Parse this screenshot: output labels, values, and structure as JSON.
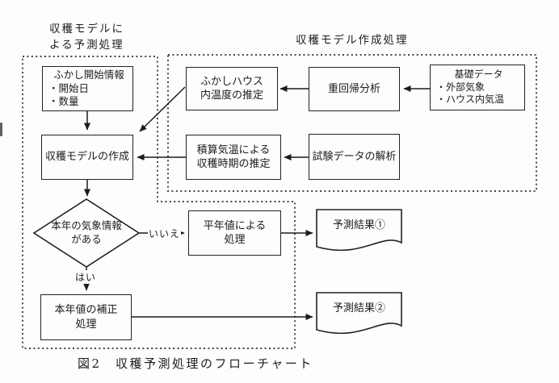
{
  "titles": {
    "left_group": "収穫モデルに\nよる予測処理",
    "right_group": "収穫モデル作成処理"
  },
  "caption": "図2　収穫予測処理のフローチャート",
  "nodes": {
    "fukashi_start_info": {
      "title": "ふかし開始情報",
      "items": [
        "・開始日",
        "・数量"
      ]
    },
    "house_temp_estimation": "ふかしハウス\n内温度の推定",
    "multiple_regression": "重回帰分析",
    "base_data": {
      "title": "基礎データ",
      "items": [
        "・外部気象",
        "・ハウス内気温"
      ]
    },
    "harvest_model_creation": "収穫モデルの作成",
    "harvest_time_estimation": "積算気温による\n収穫時期の推定",
    "test_data_analysis": "試験データの解析",
    "decision_weather_info": "本年の気象情報\nがある",
    "normal_year_processing": "平年値による\n処理",
    "current_year_correction": "本年値の補正\n処理",
    "result1": "予測結果①",
    "result2": "予測結果②"
  },
  "edge_labels": {
    "no": "いいえ",
    "yes": "はい"
  },
  "colors": {
    "ink": "#1c1c1c",
    "background": "#fdfdfb"
  }
}
